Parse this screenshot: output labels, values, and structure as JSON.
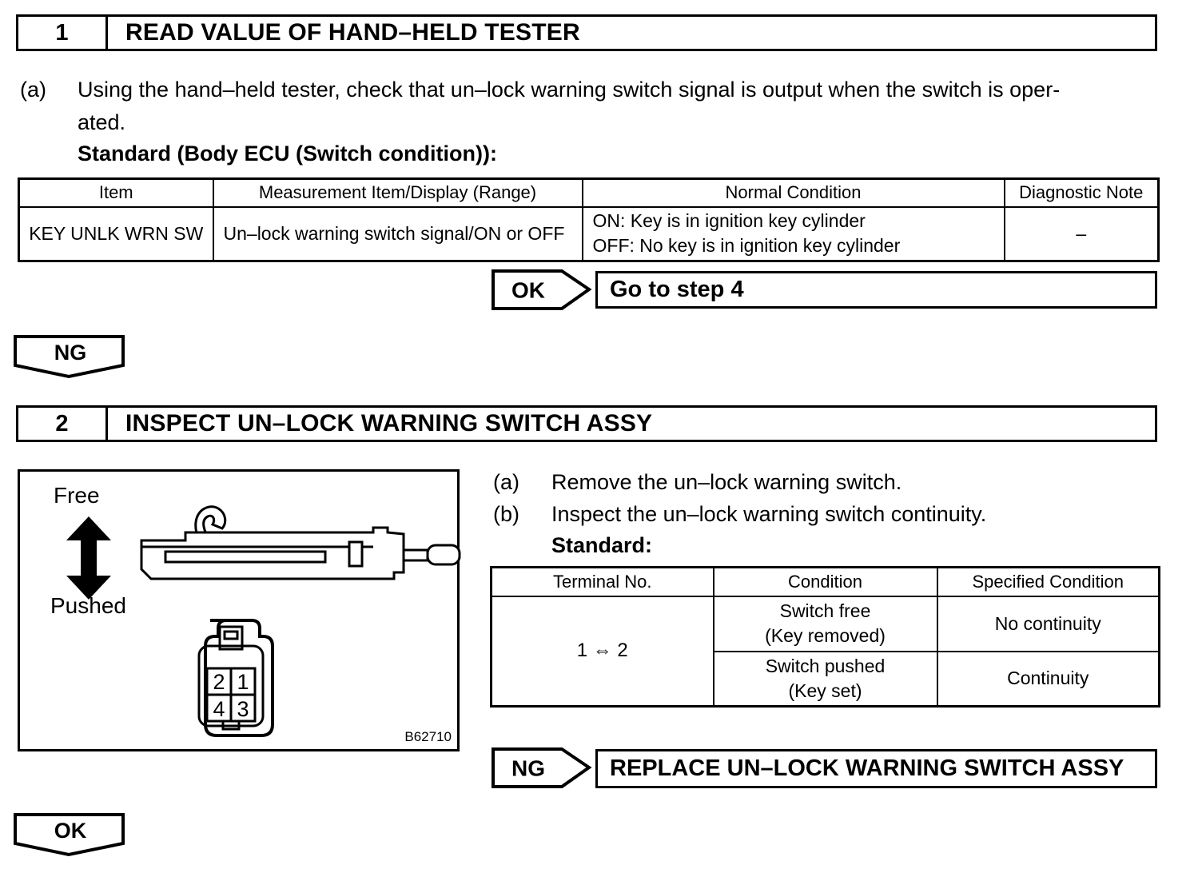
{
  "step1": {
    "number": "1",
    "title": "READ VALUE OF HAND–HELD TESTER"
  },
  "step1_body": {
    "label_a": "(a)",
    "line1": "Using the hand–held tester, check that un–lock warning switch signal is output when the switch is oper-",
    "line2": "ated.",
    "standard_heading": "Standard (Body ECU (Switch condition)):"
  },
  "table1": {
    "headers": [
      "Item",
      "Measurement Item/Display (Range)",
      "Normal Condition",
      "Diagnostic Note"
    ],
    "row": {
      "item": "KEY UNLK WRN SW",
      "measurement": "Un–lock warning switch signal/ON or OFF",
      "normal_on": "ON: Key is in ignition key cylinder",
      "normal_off": "OFF: No key is in ignition key cylinder",
      "diagnostic_note": "–"
    }
  },
  "ok1": {
    "label": "OK",
    "action": "Go to step 4"
  },
  "ng_banner": {
    "label": "NG"
  },
  "step2": {
    "number": "2",
    "title": "INSPECT UN–LOCK WARNING SWITCH ASSY"
  },
  "figure": {
    "free_label": "Free",
    "pushed_label": "Pushed",
    "pins": [
      "2",
      "1",
      "4",
      "3"
    ],
    "figure_id": "B62710"
  },
  "step2_body": {
    "label_a": "(a)",
    "item_a": "Remove the un–lock warning switch.",
    "label_b": "(b)",
    "item_b": "Inspect the un–lock warning switch continuity.",
    "standard_heading": "Standard:"
  },
  "table2": {
    "headers": [
      "Terminal No.",
      "Condition",
      "Specified Condition"
    ],
    "terminal": "1 ⇔ 2",
    "rows": [
      {
        "condition_line1": "Switch free",
        "condition_line2": "(Key removed)",
        "specified": "No continuity"
      },
      {
        "condition_line1": "Switch pushed",
        "condition_line2": "(Key set)",
        "specified": "Continuity"
      }
    ]
  },
  "ng2": {
    "label": "NG",
    "action": "REPLACE UN–LOCK WARNING SWITCH ASSY"
  },
  "ok_banner": {
    "label": "OK"
  },
  "colors": {
    "ink": "#000000",
    "paper": "#ffffff"
  }
}
